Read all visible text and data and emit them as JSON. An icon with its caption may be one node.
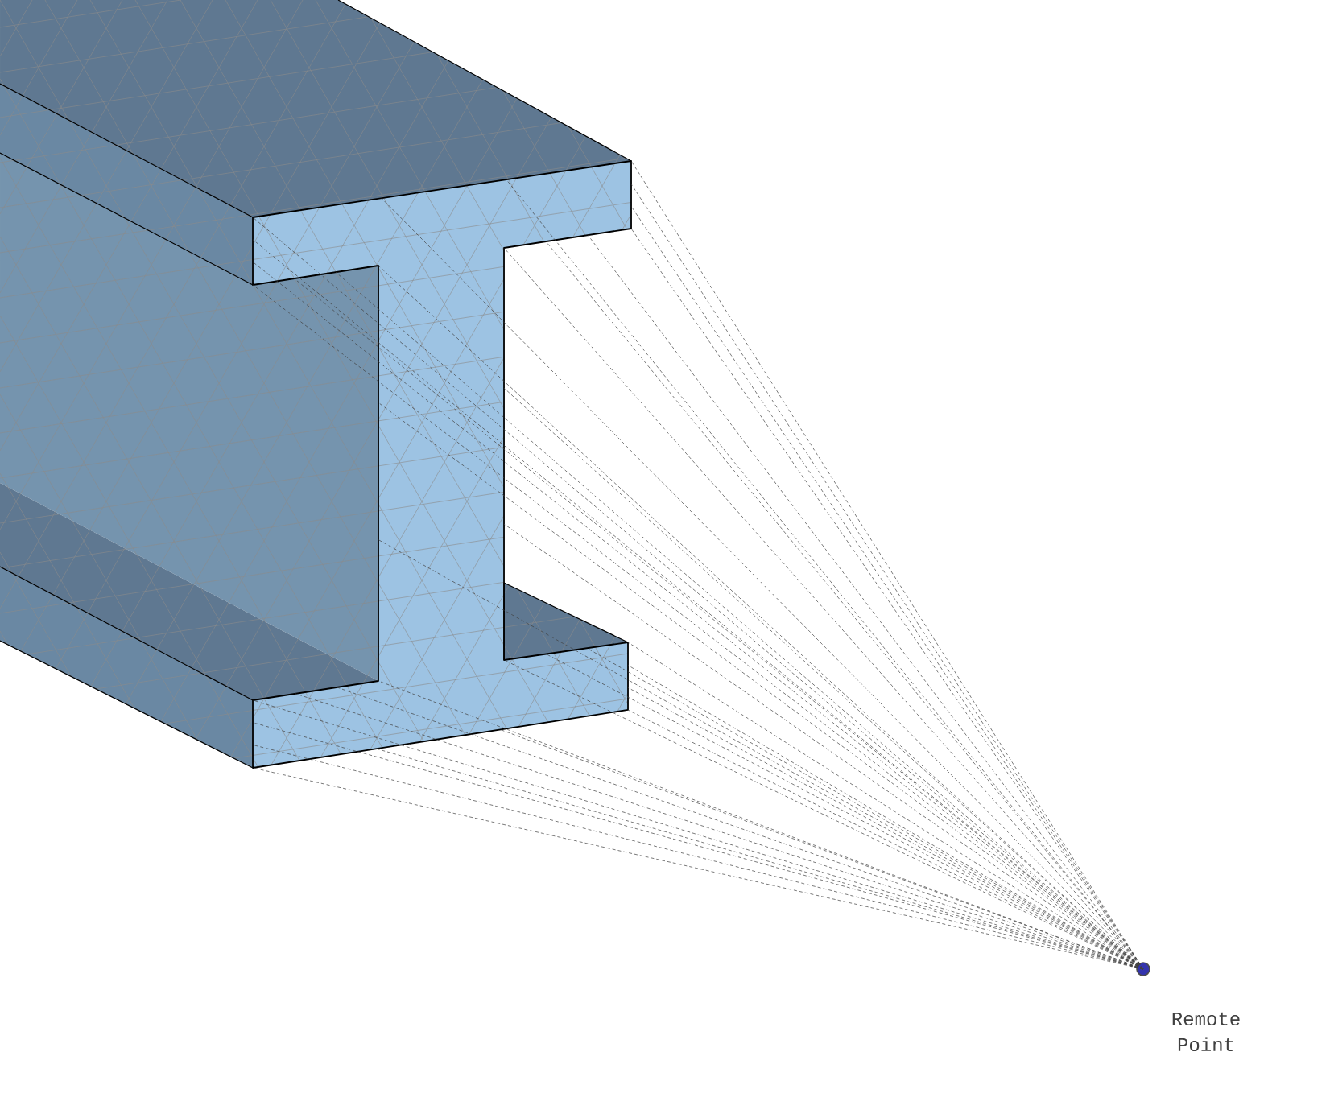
{
  "diagram": {
    "nodes": [
      {
        "text": [],
        "shape": "picture"
      },
      {
        "text": [],
        "shape": "circle"
      }
    ],
    "labels": [
      "Remote Point"
    ],
    "edges": [
      {
        "from": 1,
        "to": 0,
        "arrow": "none",
        "style": "dashed"
      }
    ]
  }
}
